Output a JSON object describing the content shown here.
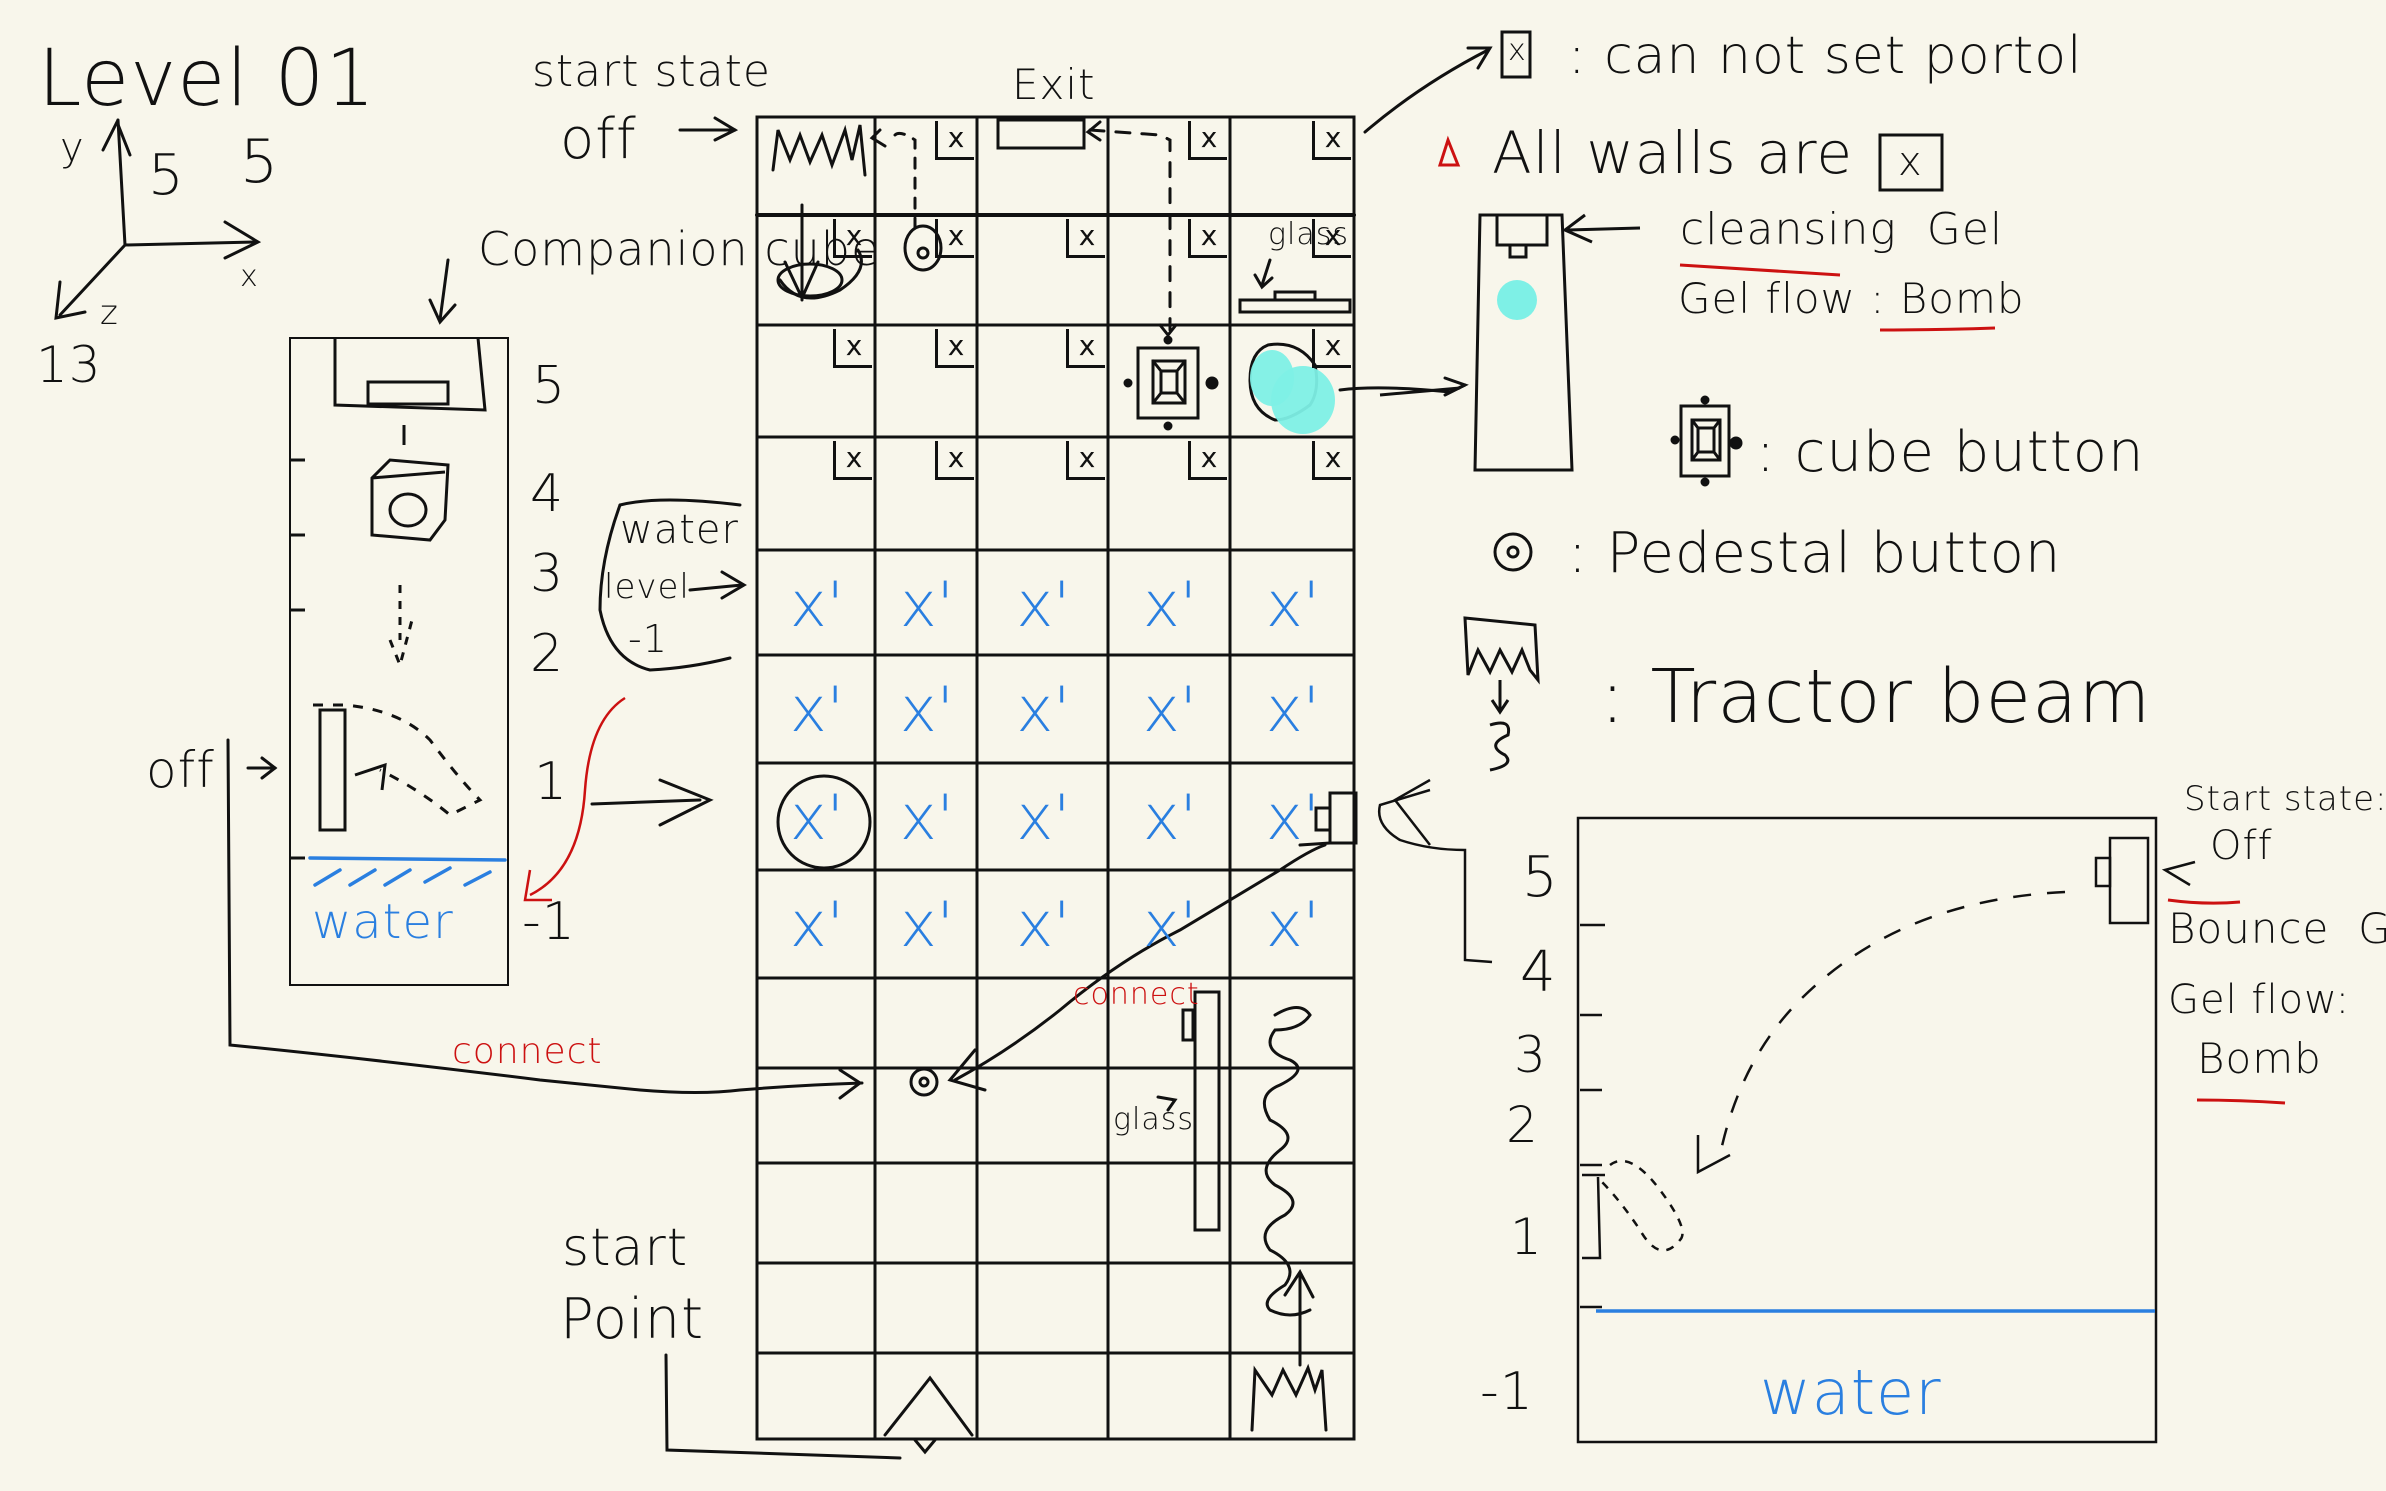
{
  "title": "Level 01",
  "axes": {
    "y_label": "y",
    "y_max": "5",
    "x_label": "x",
    "x_max": "5",
    "z_label": "z",
    "z_max": "13"
  },
  "top_labels": {
    "start_state": "start state",
    "start_state_value": "off",
    "exit": "Exit"
  },
  "companion_cube_panel": {
    "label": "Companion cube",
    "levels": [
      "5",
      "4",
      "3",
      "2",
      "1",
      "-1"
    ],
    "water_text": "water",
    "off_label": "off",
    "water_level_note": {
      "line1": "water",
      "line2": "level",
      "line3": "-1"
    }
  },
  "connect_labels": [
    "connect",
    "connect"
  ],
  "start_point": {
    "line1": "start",
    "line2": "Point"
  },
  "grid": {
    "columns": 5,
    "rows": 13,
    "glass_labels": [
      "glass",
      "glass"
    ],
    "blue_marker": "x",
    "blue_marker_sup": "'"
  },
  "legend": {
    "no_portal_symbol": "x",
    "no_portal_text": "can not set portol",
    "warning": "All walls are",
    "warning_symbol": "x",
    "warning_color": "#cc1111",
    "cleansing": {
      "word1": "cleansing",
      "word2": "Gel",
      "flow_label": "Gel flow :",
      "flow_value": "Bomb"
    },
    "cube_button": "cube button",
    "pedestal_button": "Pedestal button",
    "tractor_beam": "Tractor beam"
  },
  "bounce_panel": {
    "levels": [
      "5",
      "4",
      "3",
      "2",
      "1",
      "-1"
    ],
    "start_state": "Start state:",
    "start_value": "Off",
    "gel_word1": "Bounce",
    "gel_word2": "Gel",
    "flow_label": "Gel flow:",
    "flow_value": "Bomb",
    "water_text": "water"
  },
  "colors": {
    "background": "#f8f6eb",
    "ink": "#111111",
    "water_blue": "#2a7fe0",
    "gel_cyan": "#7ef0e6",
    "annotation_red": "#cc1111"
  }
}
